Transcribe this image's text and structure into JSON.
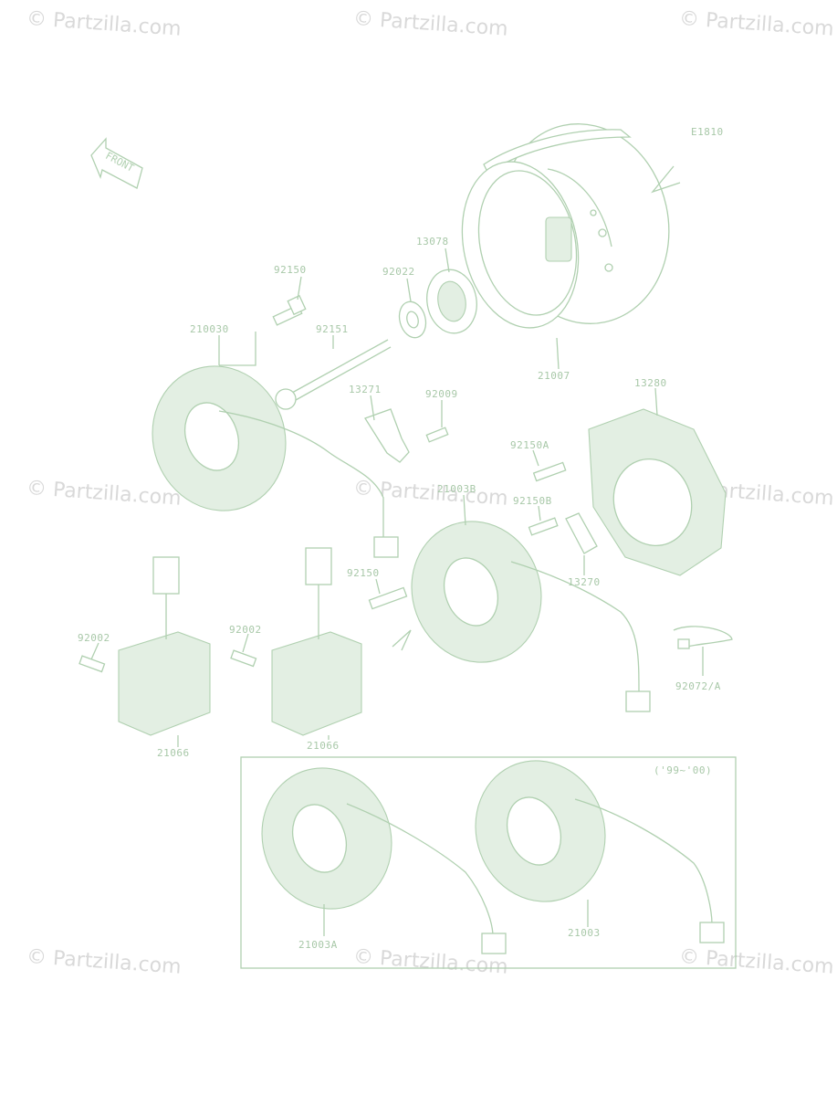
{
  "diagram": {
    "code": "E1810",
    "front_label": "FRONT",
    "variant_note": "('99~'00)"
  },
  "watermark": "© Partzilla.com",
  "parts": [
    {
      "key": "p13078",
      "number": "13078"
    },
    {
      "key": "p92150_top",
      "number": "92150"
    },
    {
      "key": "p92022",
      "number": "92022"
    },
    {
      "key": "p210030",
      "number": "210030"
    },
    {
      "key": "p92151",
      "number": "92151"
    },
    {
      "key": "p21007",
      "number": "21007"
    },
    {
      "key": "p13271",
      "number": "13271"
    },
    {
      "key": "p92009",
      "number": "92009"
    },
    {
      "key": "p13280",
      "number": "13280"
    },
    {
      "key": "p92150A",
      "number": "92150A"
    },
    {
      "key": "p21003B",
      "number": "21003B"
    },
    {
      "key": "p92150B",
      "number": "92150B"
    },
    {
      "key": "p92150_mid",
      "number": "92150"
    },
    {
      "key": "p13270",
      "number": "13270"
    },
    {
      "key": "p92002_left",
      "number": "92002"
    },
    {
      "key": "p92002_mid",
      "number": "92002"
    },
    {
      "key": "p92072A",
      "number": "92072/A"
    },
    {
      "key": "p21066_left",
      "number": "21066"
    },
    {
      "key": "p21066_mid",
      "number": "21066"
    },
    {
      "key": "p21003A",
      "number": "21003A"
    },
    {
      "key": "p21003",
      "number": "21003"
    }
  ]
}
